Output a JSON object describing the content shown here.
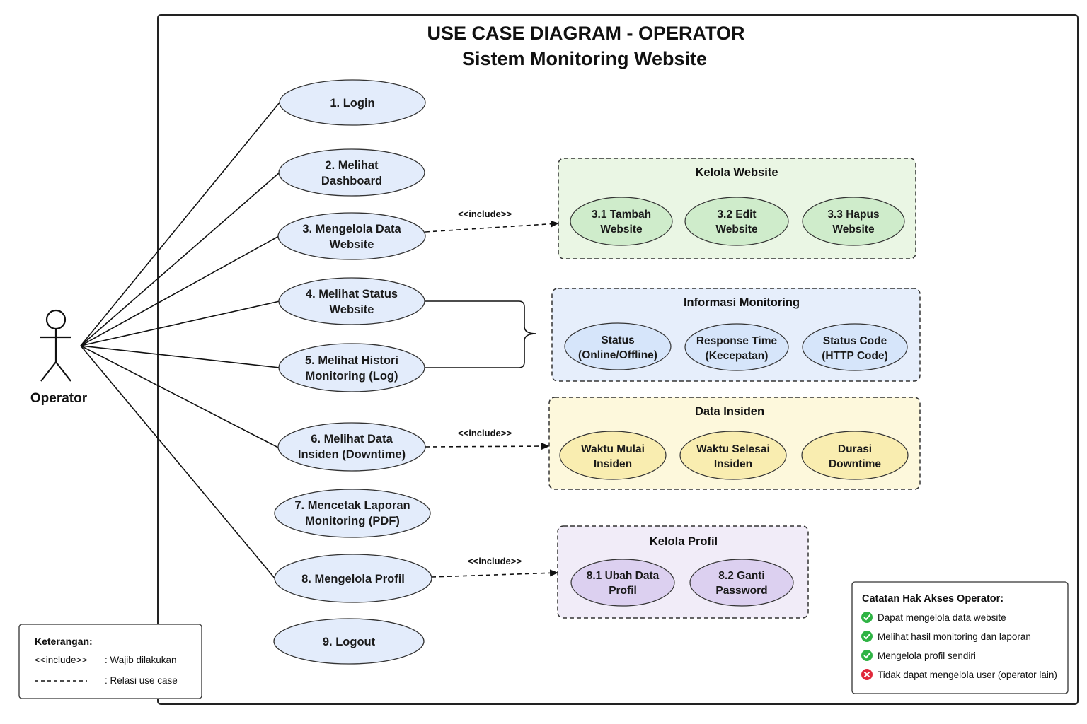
{
  "title": {
    "line1": "USE CASE DIAGRAM - OPERATOR",
    "line2": "Sistem Monitoring Website"
  },
  "actor": {
    "label": "Operator"
  },
  "use_cases": [
    {
      "lines": [
        "1. Login"
      ]
    },
    {
      "lines": [
        "2. Melihat",
        "Dashboard"
      ]
    },
    {
      "lines": [
        "3. Mengelola Data",
        "Website"
      ]
    },
    {
      "lines": [
        "4. Melihat Status",
        "Website"
      ]
    },
    {
      "lines": [
        "5. Melihat Histori",
        "Monitoring (Log)"
      ]
    },
    {
      "lines": [
        "6. Melihat Data",
        "Insiden (Downtime)"
      ]
    },
    {
      "lines": [
        "7. Mencetak Laporan",
        "Monitoring (PDF)"
      ]
    },
    {
      "lines": [
        "8. Mengelola Profil"
      ]
    },
    {
      "lines": [
        "9. Logout"
      ]
    }
  ],
  "include_label": "<<include>>",
  "groups": [
    {
      "title": "Kelola Website",
      "items": [
        {
          "lines": [
            "3.1 Tambah",
            "Website"
          ]
        },
        {
          "lines": [
            "3.2 Edit",
            "Website"
          ]
        },
        {
          "lines": [
            "3.3 Hapus",
            "Website"
          ]
        }
      ]
    },
    {
      "title": "Informasi Monitoring",
      "items": [
        {
          "lines": [
            "Status",
            "(Online/Offline)"
          ]
        },
        {
          "lines": [
            "Response Time",
            "(Kecepatan)"
          ]
        },
        {
          "lines": [
            "Status Code",
            "(HTTP Code)"
          ]
        }
      ]
    },
    {
      "title": "Data Insiden",
      "items": [
        {
          "lines": [
            "Waktu Mulai",
            "Insiden"
          ]
        },
        {
          "lines": [
            "Waktu Selesai",
            "Insiden"
          ]
        },
        {
          "lines": [
            "Durasi",
            "Downtime"
          ]
        }
      ]
    },
    {
      "title": "Kelola Profil",
      "items": [
        {
          "lines": [
            "8.1 Ubah Data",
            "Profil"
          ]
        },
        {
          "lines": [
            "8.2 Ganti",
            "Password"
          ]
        }
      ]
    }
  ],
  "legend": {
    "heading": "Keterangan:",
    "row1_key": "<<include>>",
    "row1_value": ": Wajib dilakukan",
    "row2_value": ": Relasi use case"
  },
  "notes": {
    "heading": "Catatan Hak Akses Operator:",
    "items": [
      {
        "text": "Dapat mengelola data website",
        "allowed": true
      },
      {
        "text": "Melihat hasil monitoring dan laporan",
        "allowed": true
      },
      {
        "text": "Mengelola profil sendiri",
        "allowed": true
      },
      {
        "text": "Tidak dapat mengelola user (operator lain)",
        "allowed": false
      }
    ]
  },
  "colors": {
    "usecase_fill": "#e3ecfb",
    "green_group_fill": "#eaf6e4",
    "green_item_fill": "#cfeccb",
    "blue_group_fill": "#e6eefb",
    "blue_item_fill": "#d6e5fa",
    "yellow_group_fill": "#fdf8dc",
    "yellow_item_fill": "#f9edb0",
    "purple_group_fill": "#f1ecf8",
    "purple_item_fill": "#dcd0f0",
    "check_green": "#2fb344",
    "cross_red": "#e0283a"
  }
}
